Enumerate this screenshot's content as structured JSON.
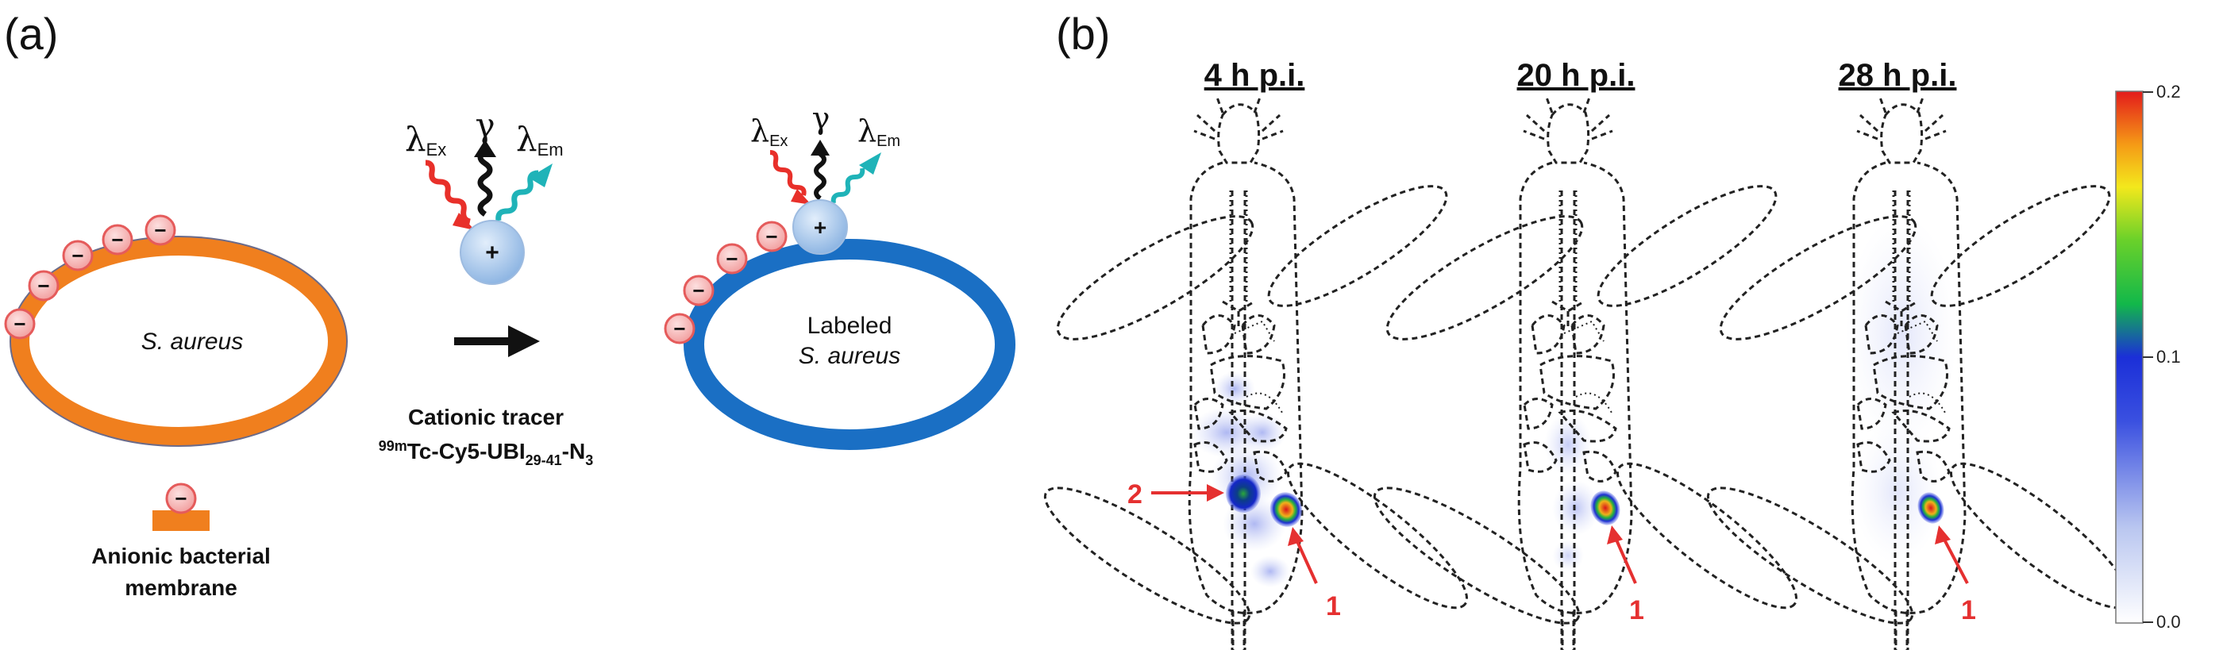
{
  "panel_a": {
    "label": "(a)",
    "bacterium_left_label": "S. aureus",
    "tracer_symbols": {
      "lambda": "λ",
      "ex_sub": "Ex",
      "gamma": "γ",
      "em_sub": "Em"
    },
    "tracer_charge": "+",
    "membrane_charge": "−",
    "tracer_caption": {
      "line1": "Cationic tracer",
      "sup": "99m",
      "tc": "Tc-Cy5-UBI",
      "sub": "29-41",
      "mid": "-N",
      "sub2": "3"
    },
    "legend_line1": "Anionic bacterial",
    "legend_line2": "membrane",
    "labeled_line1": "Labeled",
    "labeled_line2": "S. aureus",
    "colors": {
      "membrane_orange": "#f07f1e",
      "labeled_blue": "#1a6fc4",
      "tracer_sphere": "#a9c8ea",
      "red_wave": "#e8302a",
      "teal_wave": "#1fb3b8",
      "anion_fill": "#f7b9b9"
    }
  },
  "panel_b": {
    "label": "(b)",
    "timepoints": [
      "4 h p.i.",
      "20 h p.i.",
      "28 h p.i."
    ],
    "arrow_labels": {
      "site1": "1",
      "site2": "2"
    },
    "colorbar": {
      "max": "0.2",
      "mid": "0.1",
      "min": "0.0"
    },
    "colors": {
      "arrow_red": "#e53030"
    }
  }
}
